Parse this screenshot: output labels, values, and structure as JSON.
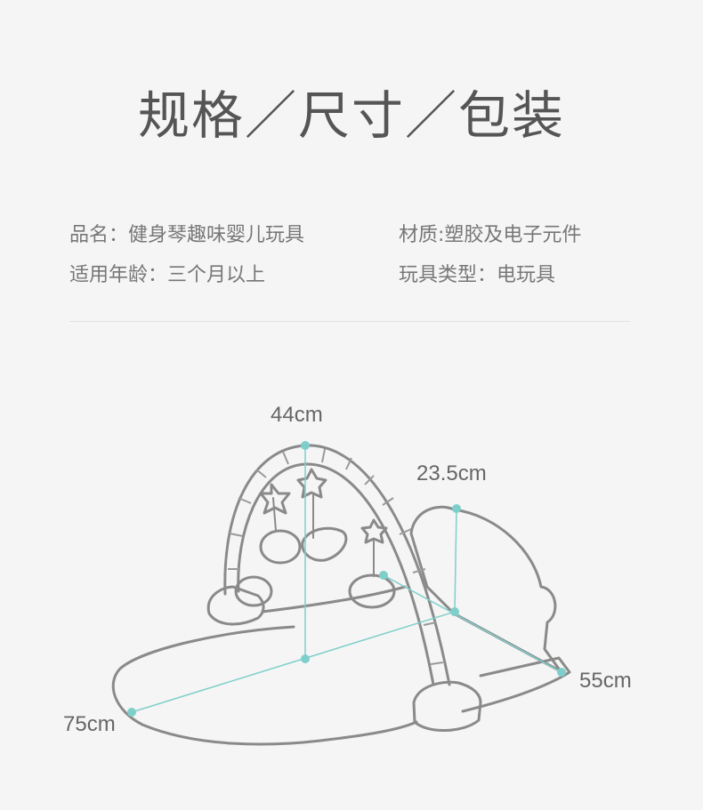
{
  "title": "规格／尺寸／包装",
  "specs": {
    "name": "品名：健身琴趣味婴儿玩具",
    "material": "材质:塑胶及电子元件",
    "age": "适用年龄：三个月以上",
    "type": "玩具类型：电玩具"
  },
  "dimensions": {
    "height": "44cm",
    "panel_height": "23.5cm",
    "length": "75cm",
    "width": "55cm"
  },
  "colors": {
    "accent": "#7ecfcb",
    "outline": "#8a8a8a",
    "text": "#777777"
  }
}
